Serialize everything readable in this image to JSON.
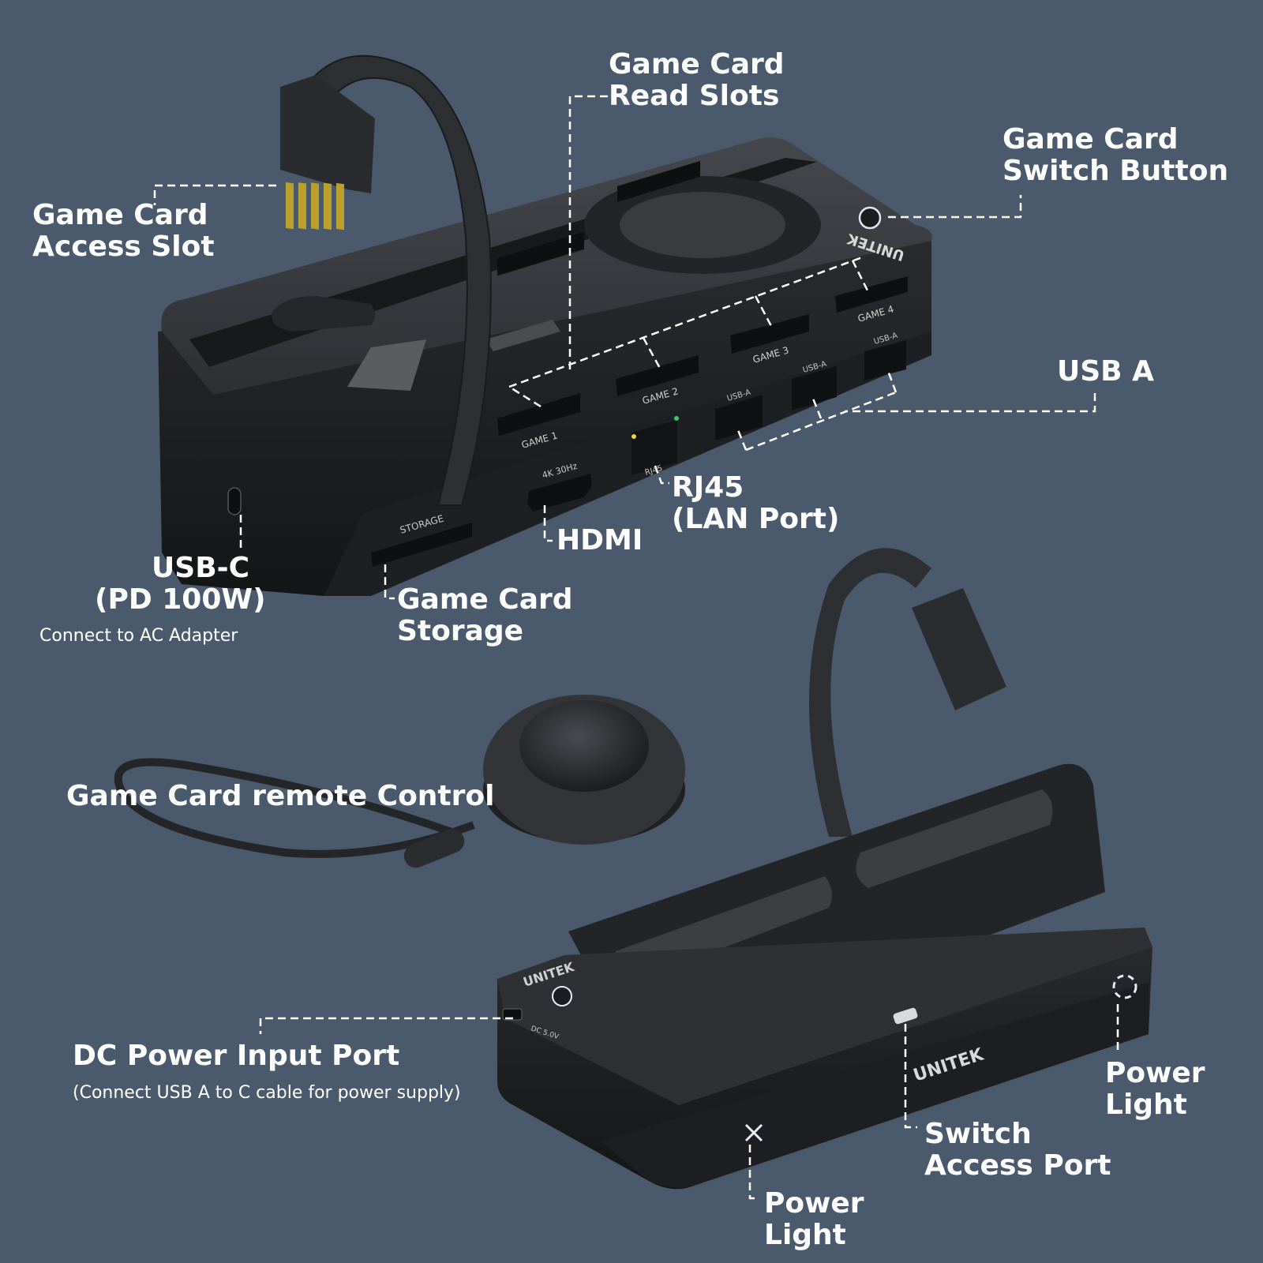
{
  "colors": {
    "background": "#4b596c",
    "device": "#2b2c2f",
    "device_top": "#3a3b3f",
    "device_edge": "#1d1e20",
    "leader": "#ffffff",
    "label": "#ffffff",
    "contacts": "#b8a02a"
  },
  "callouts": {
    "read_slots": [
      "Game Card",
      "Read Slots"
    ],
    "switch_button": [
      "Game Card",
      "Switch Button"
    ],
    "access_slot": [
      "Game Card",
      "Access Slot"
    ],
    "usb_a": [
      "USB A"
    ],
    "rj45": [
      "RJ45",
      "(LAN Port)"
    ],
    "hdmi": [
      "HDMI"
    ],
    "usb_c": [
      "USB-C",
      "(PD 100W)"
    ],
    "usb_c_note": "Connect to AC Adapter",
    "storage": [
      "Game Card",
      "Storage"
    ],
    "remote": [
      "Game Card remote Control"
    ],
    "dc_input": [
      "DC Power Input Port"
    ],
    "dc_note": "(Connect USB A to C cable for power supply)",
    "power_light_right": [
      "Power",
      "Light"
    ],
    "switch_port": [
      "Switch",
      "Access Port"
    ],
    "power_light_bottom": [
      "Power",
      "Light"
    ]
  },
  "device_labels": {
    "brand": "UNITEK",
    "game1": "GAME 1",
    "game2": "GAME 2",
    "game3": "GAME 3",
    "game4": "GAME 4",
    "usba": "USB-A",
    "rj45": "RJ45",
    "hdmi": "4K 30Hz",
    "storage": "STORAGE",
    "dc": "DC 5.0V"
  },
  "icons": {
    "switch_button": "power-button-icon",
    "power_light": "power-light-icon",
    "remote": "round-remote-icon"
  }
}
